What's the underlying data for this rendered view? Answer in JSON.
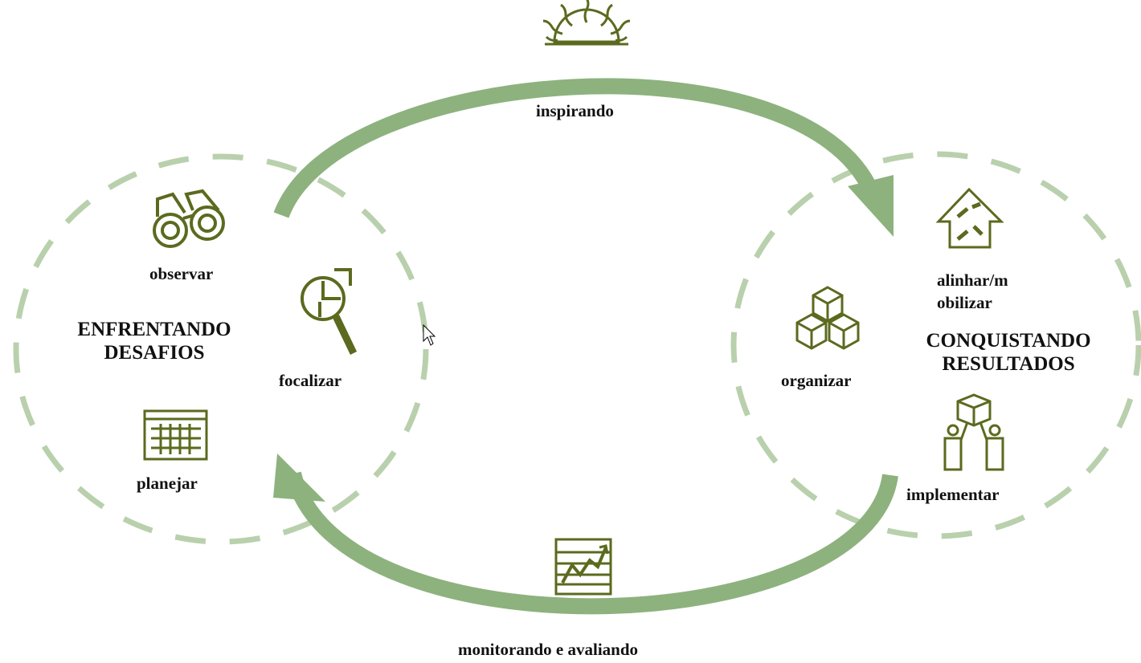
{
  "colors": {
    "arrow": "#8db27e",
    "dash": "#b9d0ad",
    "icon": "#5b6a1e",
    "text": "#111111"
  },
  "left_group": {
    "title_line1": "ENFRENTANDO",
    "title_line2": "DESAFIOS",
    "items": {
      "observar": "observar",
      "focalizar": "focalizar",
      "planejar": "planejar"
    }
  },
  "right_group": {
    "title_line1": "CONQUISTANDO",
    "title_line2": "RESULTADOS",
    "items": {
      "alinhar_line1": "alinhar/m",
      "alinhar_line2": "obilizar",
      "organizar": "organizar",
      "implementar": "implementar"
    }
  },
  "cycle": {
    "top": "inspirando",
    "bottom": "monitorando e avaliando"
  },
  "icons": [
    "sun-icon",
    "binoculars-icon",
    "magnifier-chart-icon",
    "grid-calendar-icon",
    "house-arrows-icon",
    "cubes-icon",
    "people-lifting-box-icon",
    "line-chart-icon",
    "mouse-cursor-icon"
  ]
}
